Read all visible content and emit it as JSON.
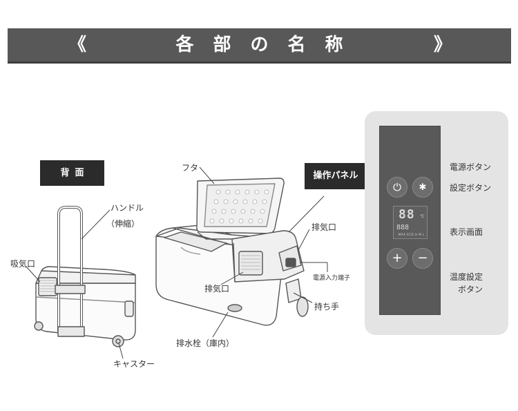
{
  "header": {
    "left_mark": "《",
    "title": "各部の名称",
    "right_mark": "》"
  },
  "tags": {
    "back": "背面",
    "panel": "操作パネル"
  },
  "labels": {
    "handle": "ハンドル",
    "handle_sub": "（伸縮）",
    "intake": "吸気口",
    "caster": "キャスター",
    "lid": "フタ",
    "exhaust_top": "排気口",
    "exhaust_front": "排気口",
    "power_port": "電源入力端子",
    "grip": "持ち手",
    "drain": "排水栓（庫内）"
  },
  "panel_labels": {
    "power_button": "電源ボタン",
    "settings_button": "設定ボタン",
    "display": "表示画面",
    "temp_buttons_1": "温度設定",
    "temp_buttons_2": "ボタン"
  },
  "panel": {
    "display_main": "88",
    "display_unit": "℃",
    "display_sub": "888",
    "display_modes": "MAX  ECO  H M L",
    "plus": "+",
    "minus": "−",
    "power_glyph": "⏻",
    "gear_glyph": "✱"
  },
  "colors": {
    "banner": "#585858",
    "tag": "#2b2b2b",
    "panel_body": "#595959",
    "panel_bg": "#e4e4e4",
    "line": "#444444"
  }
}
